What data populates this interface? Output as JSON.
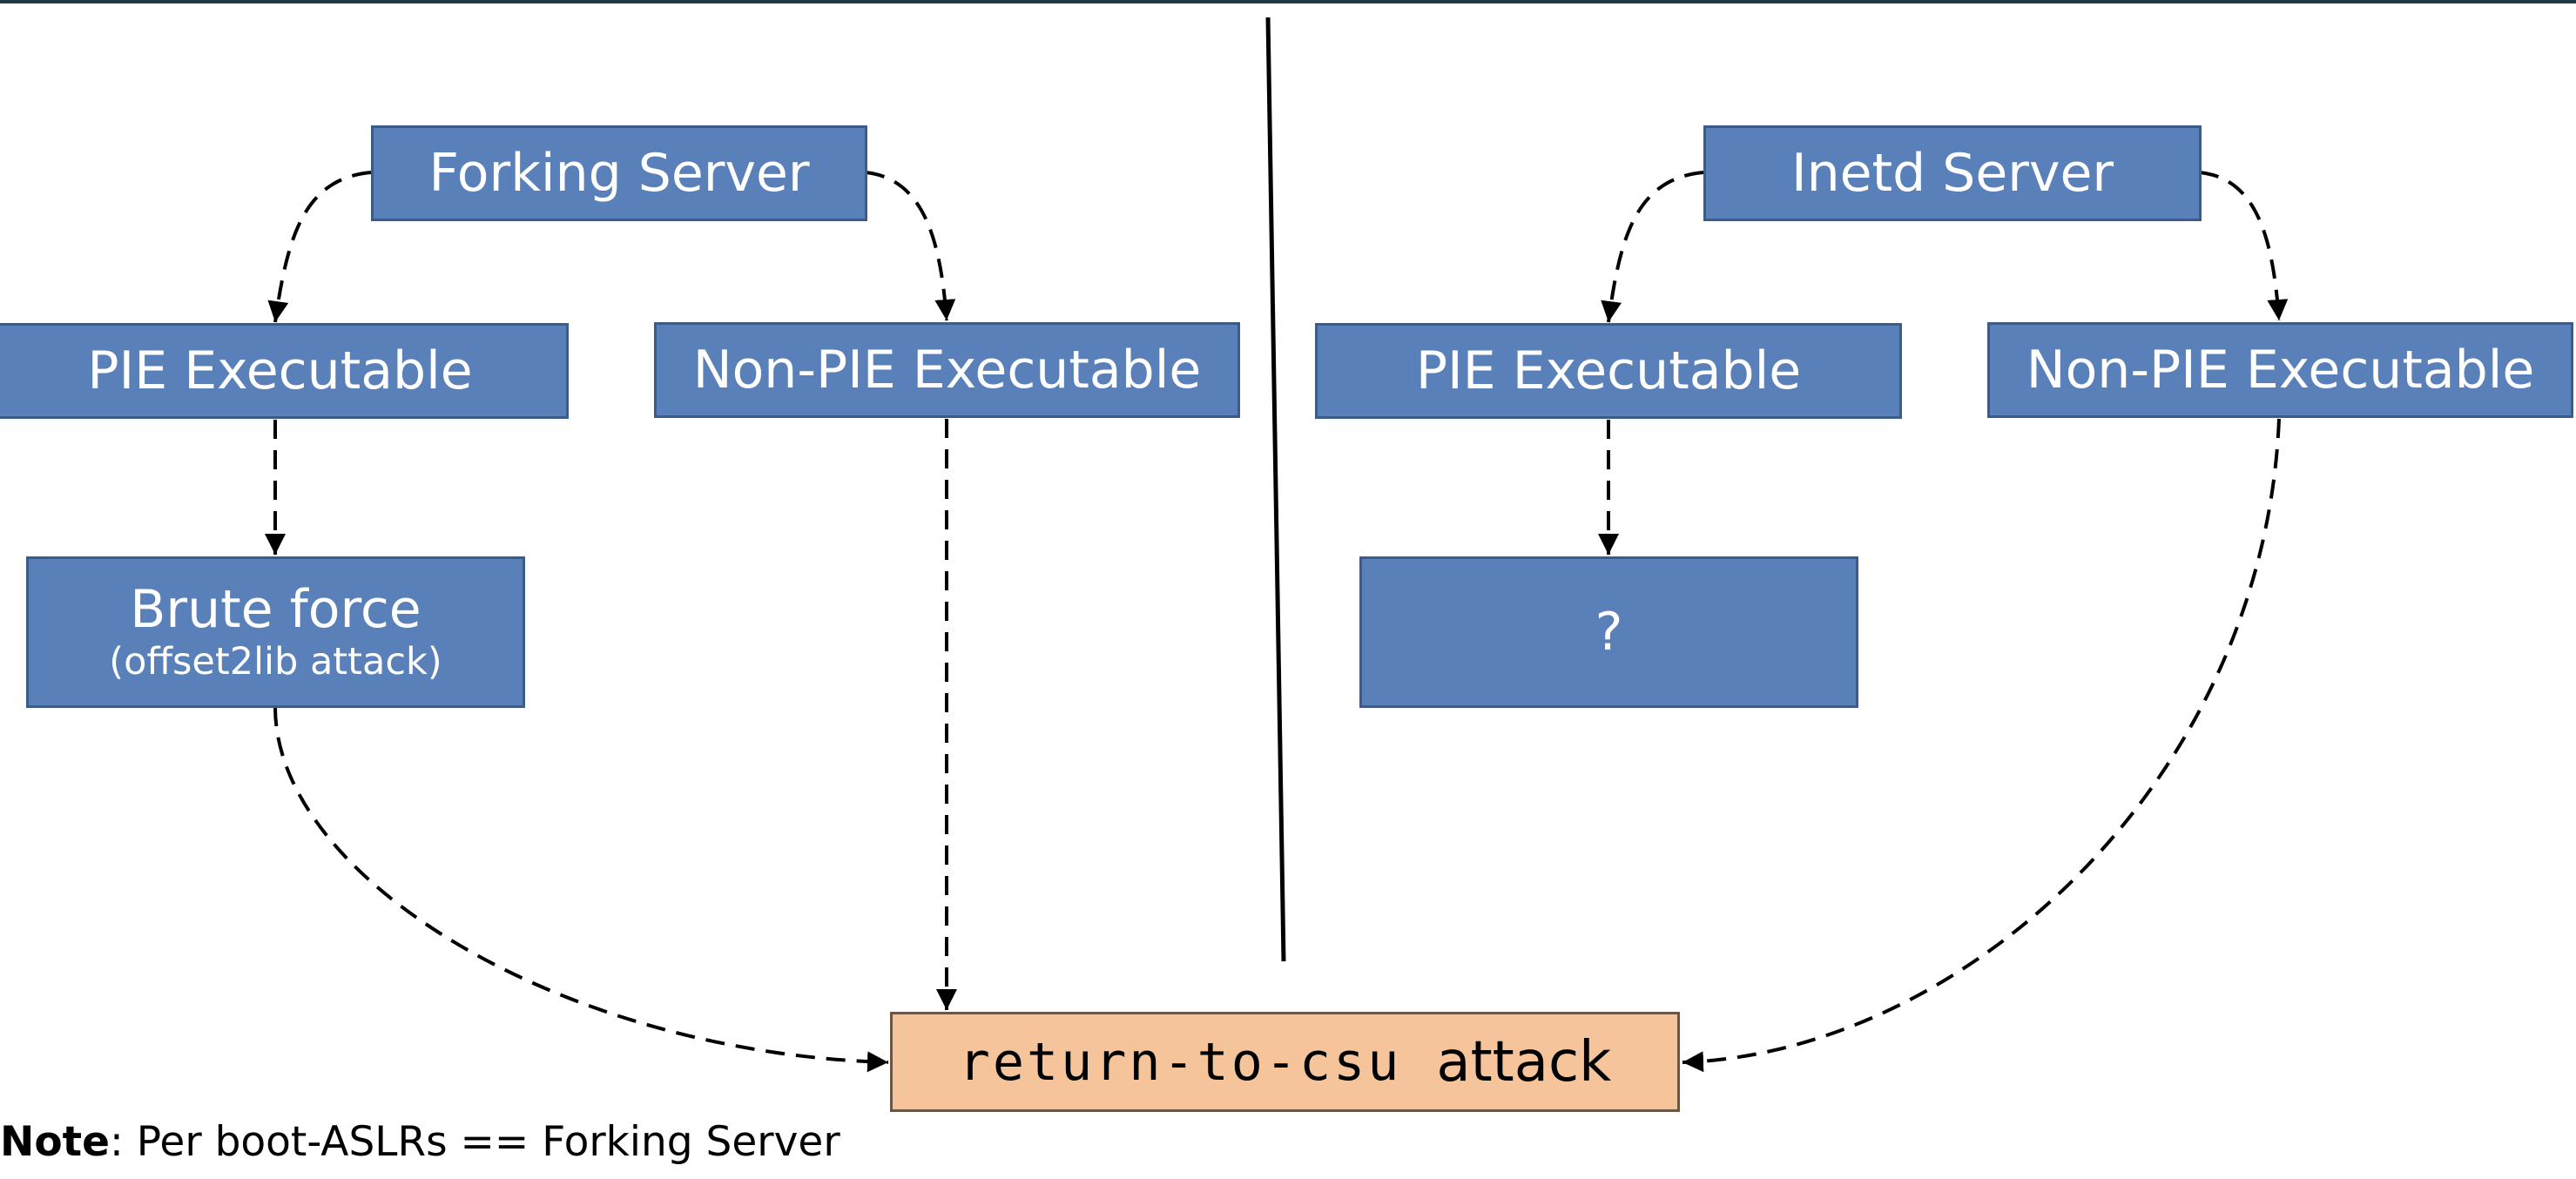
{
  "left_group": {
    "root": "Forking Server",
    "pie": "PIE Executable",
    "non_pie": "Non-PIE Executable",
    "brute_force": "Brute force",
    "brute_force_sub": "(offset2lib attack)"
  },
  "right_group": {
    "root": "Inetd Server",
    "pie": "PIE Executable",
    "non_pie": "Non-PIE Executable",
    "unknown": "?"
  },
  "target": {
    "code": "return-to-csu",
    "word": "attack"
  },
  "note": {
    "label": "Note",
    "text": ": Per boot-ASLRs == Forking Server"
  },
  "colors": {
    "box_fill": "#5a80b9",
    "box_border": "#3b5c8a",
    "target_fill": "#f5c49b",
    "target_border": "#6b5545",
    "connector": "#000000"
  }
}
